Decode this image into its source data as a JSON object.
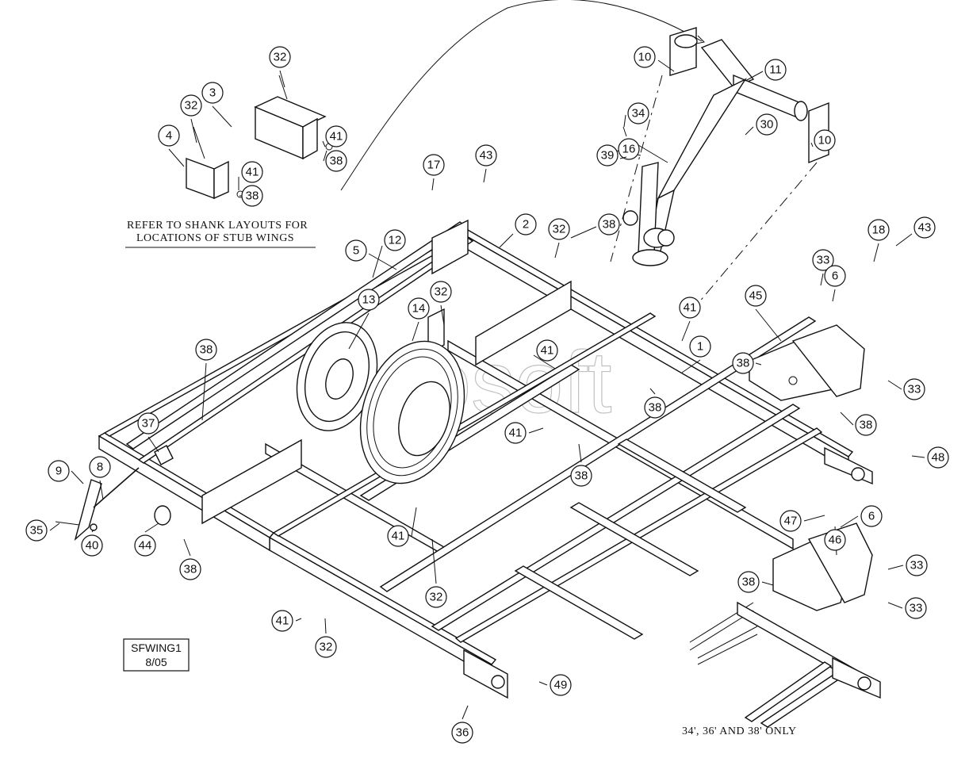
{
  "notes": {
    "shank_line1": "REFER TO SHANK LAYOUTS FOR",
    "shank_line2": "LOCATIONS OF STUB WINGS",
    "variant": "34', 36' AND 38' ONLY"
  },
  "stamp": {
    "line1": "SFWING1",
    "line2": "8/05"
  },
  "watermark": "autosoft",
  "callouts": [
    "32",
    "3",
    "32",
    "4",
    "41",
    "38",
    "41",
    "38",
    "10",
    "11",
    "30",
    "10",
    "34",
    "16",
    "39",
    "17",
    "43",
    "2",
    "32",
    "5",
    "32",
    "38",
    "12",
    "13",
    "14",
    "41",
    "41",
    "38",
    "1",
    "33",
    "18",
    "43",
    "6",
    "45",
    "38",
    "33",
    "38",
    "38",
    "37",
    "41",
    "38",
    "8",
    "9",
    "35",
    "40",
    "44",
    "38",
    "41",
    "32",
    "41",
    "32",
    "48",
    "47",
    "46",
    "6",
    "33",
    "38",
    "33",
    "49",
    "36"
  ]
}
